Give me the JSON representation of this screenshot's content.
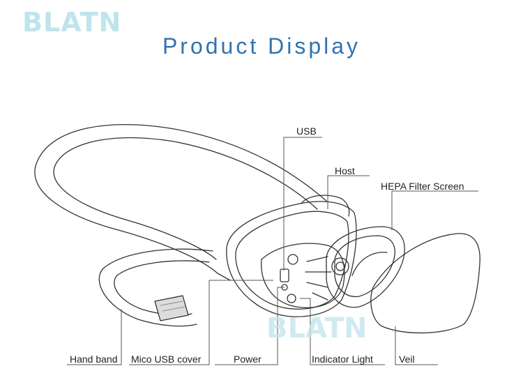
{
  "brand": {
    "logo_text": "BLATN",
    "watermark_text": "BLATN"
  },
  "header": {
    "title": "Product Display"
  },
  "labels": {
    "usb": "USB",
    "host": "Host",
    "hepa": "HEPA Filter Screen",
    "hand_band": "Hand band",
    "mico_usb_cover": "Mico USB cover",
    "power": "Power",
    "indicator_light": "Indicator Light",
    "veil": "Veil"
  },
  "colors": {
    "title": "#2f73b0",
    "logo": "#bfe4ec",
    "line": "#333333",
    "leader": "#555555"
  }
}
